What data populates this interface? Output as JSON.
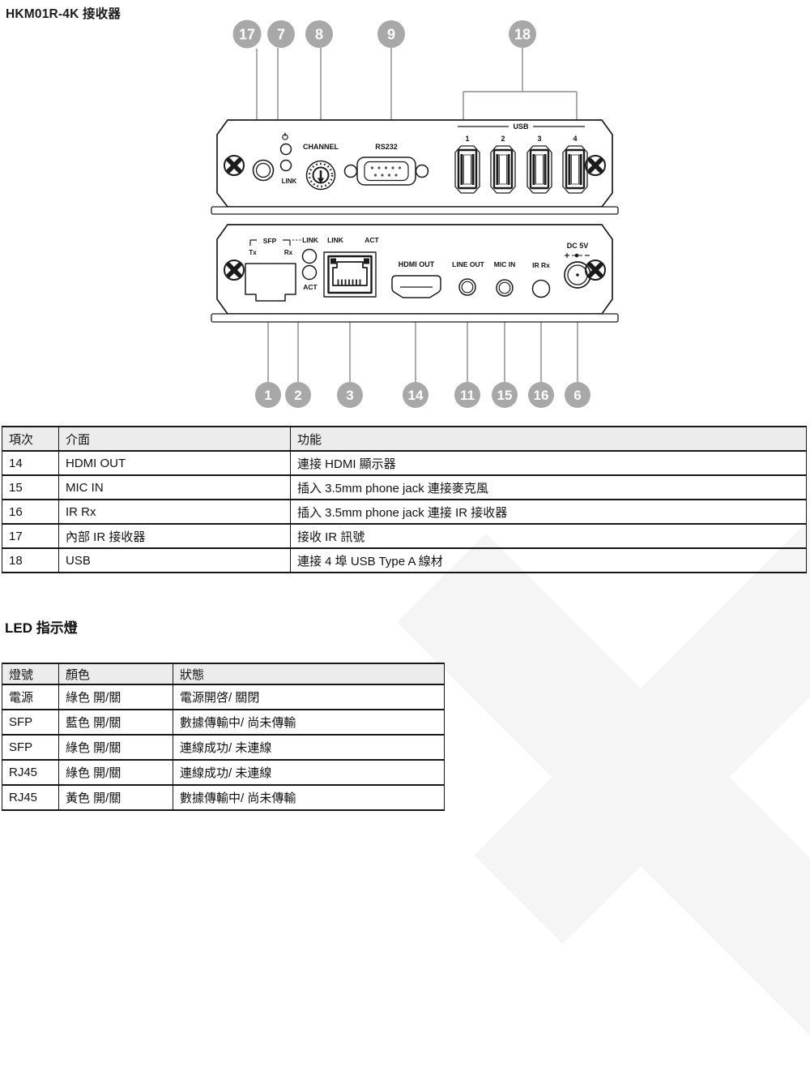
{
  "page": {
    "title": "HKM01R-4K 接收器"
  },
  "colors": {
    "callout_gray": "#a8a8a8",
    "leader_gray": "#9d9d9d",
    "line_black": "#1b1b1b",
    "table_header_bg": "#ececec",
    "watermark": "#f5f5f5"
  },
  "diagram": {
    "top_callouts": [
      "17",
      "7",
      "8",
      "9",
      "18"
    ],
    "bottom_callouts": [
      "1",
      "2",
      "3",
      "14",
      "11",
      "15",
      "16",
      "6"
    ],
    "front_panel": {
      "link_led_label": "LINK",
      "channel_label": "CHANNEL",
      "rs232_label": "RS232",
      "usb_group_label": "USB",
      "usb_port_numbers": [
        "1",
        "2",
        "3",
        "4"
      ]
    },
    "rear_panel": {
      "sfp_label": "SFP",
      "tx_label": "Tx",
      "rx_label": "Rx",
      "sfp_link_label": "LINK",
      "sfp_act_label": "ACT",
      "rj45_link_label": "LINK",
      "rj45_act_label": "ACT",
      "hdmi_label": "HDMI OUT",
      "line_out_label": "LINE OUT",
      "mic_in_label": "MIC IN",
      "ir_rx_label": "IR Rx",
      "dc_label": "DC 5V"
    }
  },
  "interface_table": {
    "headers": [
      "項次",
      "介面",
      "功能"
    ],
    "rows": [
      [
        "14",
        "HDMI OUT",
        "連接 HDMI 顯示器"
      ],
      [
        "15",
        "MIC IN",
        "插入 3.5mm phone jack 連接麥克風"
      ],
      [
        "16",
        "IR Rx",
        "插入 3.5mm phone jack 連接 IR 接收器"
      ],
      [
        "17",
        "內部 IR 接收器",
        "接收 IR 訊號"
      ],
      [
        "18",
        "USB",
        "連接 4 埠 USB Type A 線材"
      ]
    ]
  },
  "led_section": {
    "heading": "LED 指示燈",
    "table": {
      "headers": [
        "燈號",
        "顏色",
        "狀態"
      ],
      "rows": [
        [
          "電源",
          "綠色 開/關",
          "電源開啓/ 關閉"
        ],
        [
          "SFP",
          "藍色 開/關",
          "數據傳輸中/ 尚未傳輸"
        ],
        [
          "SFP",
          "綠色 開/關",
          "連線成功/ 未連線"
        ],
        [
          "RJ45",
          "綠色 開/關",
          "連線成功/ 未連線"
        ],
        [
          "RJ45",
          "黃色 開/關",
          "數據傳輸中/ 尚未傳輸"
        ]
      ]
    }
  }
}
